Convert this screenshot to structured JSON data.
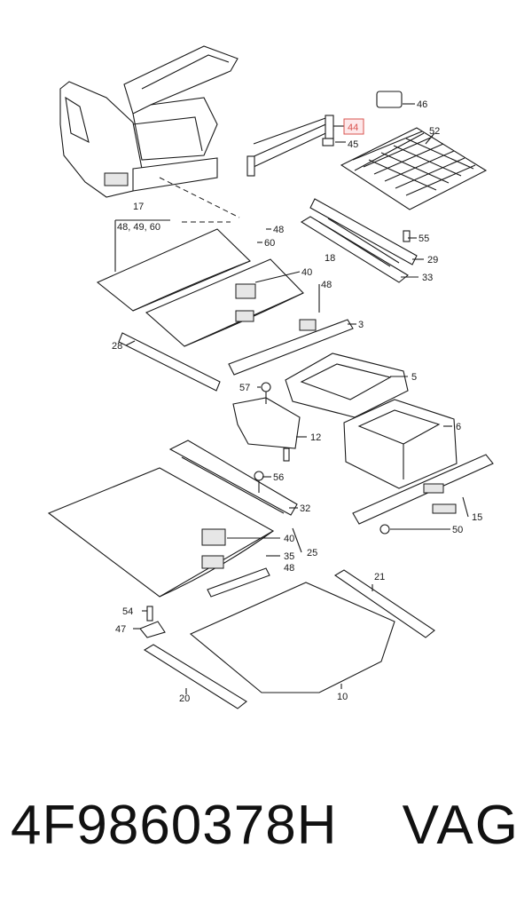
{
  "highlighted_callout": "44",
  "callouts": [
    "46",
    "44",
    "45",
    "52",
    "17",
    "48, 49, 60",
    "48",
    "60",
    "55",
    "29",
    "33",
    "18",
    "40",
    "48",
    "3",
    "28",
    "57",
    "5",
    "12",
    "6",
    "56",
    "32",
    "15",
    "50",
    "40",
    "35",
    "48",
    "25",
    "21",
    "54",
    "47",
    "10",
    "20"
  ],
  "footer": {
    "part_number": "4F9860378H",
    "brand": "VAG"
  }
}
